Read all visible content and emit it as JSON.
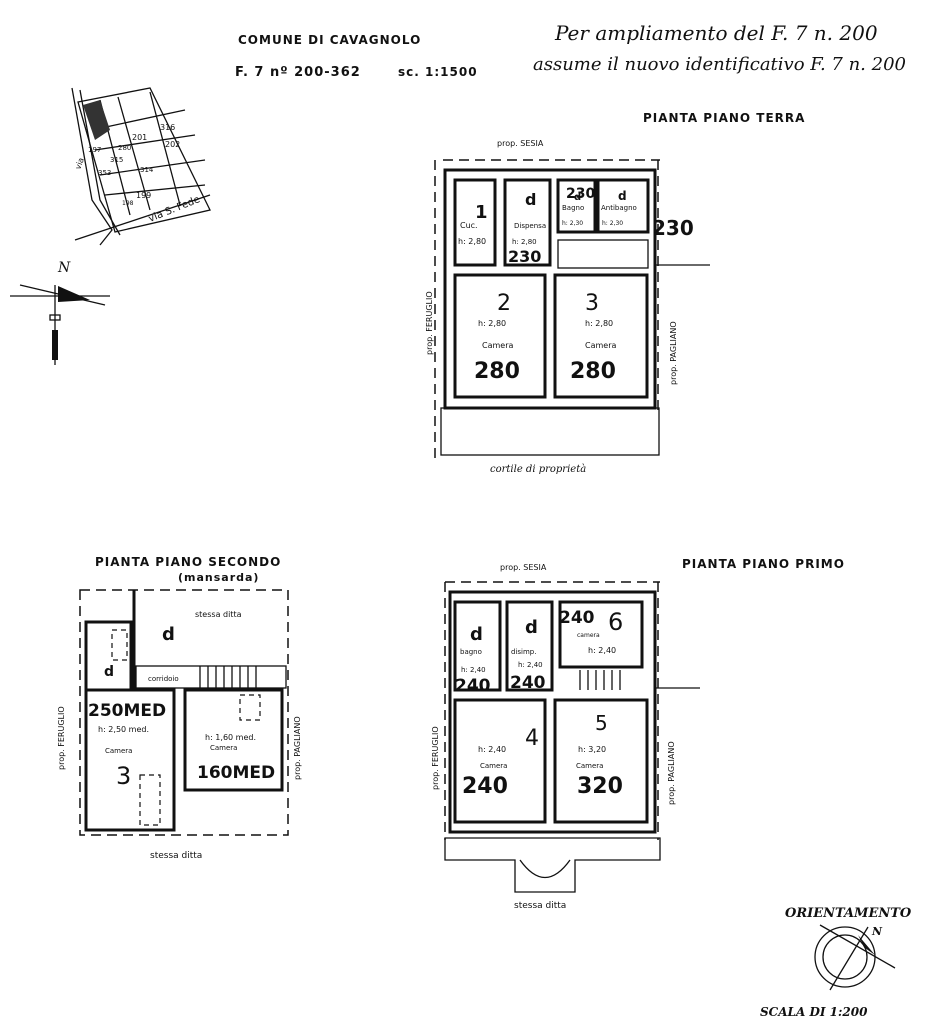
{
  "header": {
    "comune": "COMUNE DI CAVAGNOLO",
    "foglio": "F. 7 nº 200-362",
    "scala_mappa": "sc. 1:1500",
    "note_line1": "Per ampliamento del F. 7 n. 200",
    "note_line2": "assume il nuovo identificativo F. 7 n. 200"
  },
  "site_map": {
    "street": "via S. Fede",
    "side_street": "via",
    "parcels": [
      "316",
      "201",
      "202",
      "197",
      "280",
      "315",
      "353",
      "314",
      "199",
      "198"
    ],
    "north_label": "N"
  },
  "ground_floor": {
    "title": "PIANTA PIANO TERRA",
    "top_neighbor": "prop. SESIA",
    "left_neighbor": "prop. FERUGLIO",
    "right_neighbor": "prop. PAGLIANO",
    "bottom_label": "cortile di proprietà",
    "outside_height": "230",
    "rooms": [
      {
        "num": "1",
        "name": "Cuc.",
        "height": "h: 2,80",
        "hand": ""
      },
      {
        "num": "d",
        "name": "Dispensa",
        "height": "h: 2,80",
        "hand": "230"
      },
      {
        "num": "d",
        "name": "Bagno",
        "height": "h: 2,30",
        "hand": "230"
      },
      {
        "num": "d",
        "name": "Antibagno",
        "height": "h: 2,30",
        "hand": ""
      },
      {
        "num": "2",
        "name": "Camera",
        "height": "h: 2,80",
        "hand": "280"
      },
      {
        "num": "3",
        "name": "Camera",
        "height": "h: 2,80",
        "hand": "280"
      }
    ]
  },
  "first_floor": {
    "title": "PIANTA PIANO PRIMO",
    "top_neighbor": "prop. SESIA",
    "left_neighbor": "prop. FERUGLIO",
    "right_neighbor": "prop. PAGLIANO",
    "bottom_label": "stessa ditta",
    "rooms": [
      {
        "num": "d",
        "name": "bagno",
        "height": "h: 2,40",
        "hand": "240"
      },
      {
        "num": "d",
        "name": "disimp.",
        "height": "h: 2,40",
        "hand": "240"
      },
      {
        "num": "6",
        "name": "camera",
        "height": "h: 2,40",
        "hand": "240"
      },
      {
        "num": "4",
        "name": "Camera",
        "height": "h: 2,40",
        "hand": "240"
      },
      {
        "num": "5",
        "name": "Camera",
        "height": "h: 3,20",
        "hand": "320"
      }
    ]
  },
  "second_floor": {
    "title": "PIANTA PIANO SECONDO",
    "subtitle": "(mansarda)",
    "left_neighbor": "prop. FERUGLIO",
    "right_neighbor": "prop. PAGLIANO",
    "top_label": "stessa ditta",
    "bottom_label": "stessa ditta",
    "corridor": "corridoio",
    "rooms": [
      {
        "num": "3",
        "name": "Camera",
        "height": "h: 2,50 med.",
        "hand": "250MED"
      },
      {
        "num": "",
        "name": "Camera",
        "height": "h: 1,60 med.",
        "hand": "160MED"
      }
    ],
    "d_marks": [
      "d",
      "d"
    ]
  },
  "orientation": {
    "title": "ORIENTAMENTO",
    "north_label": "N",
    "scale": "SCALA DI 1:200"
  }
}
